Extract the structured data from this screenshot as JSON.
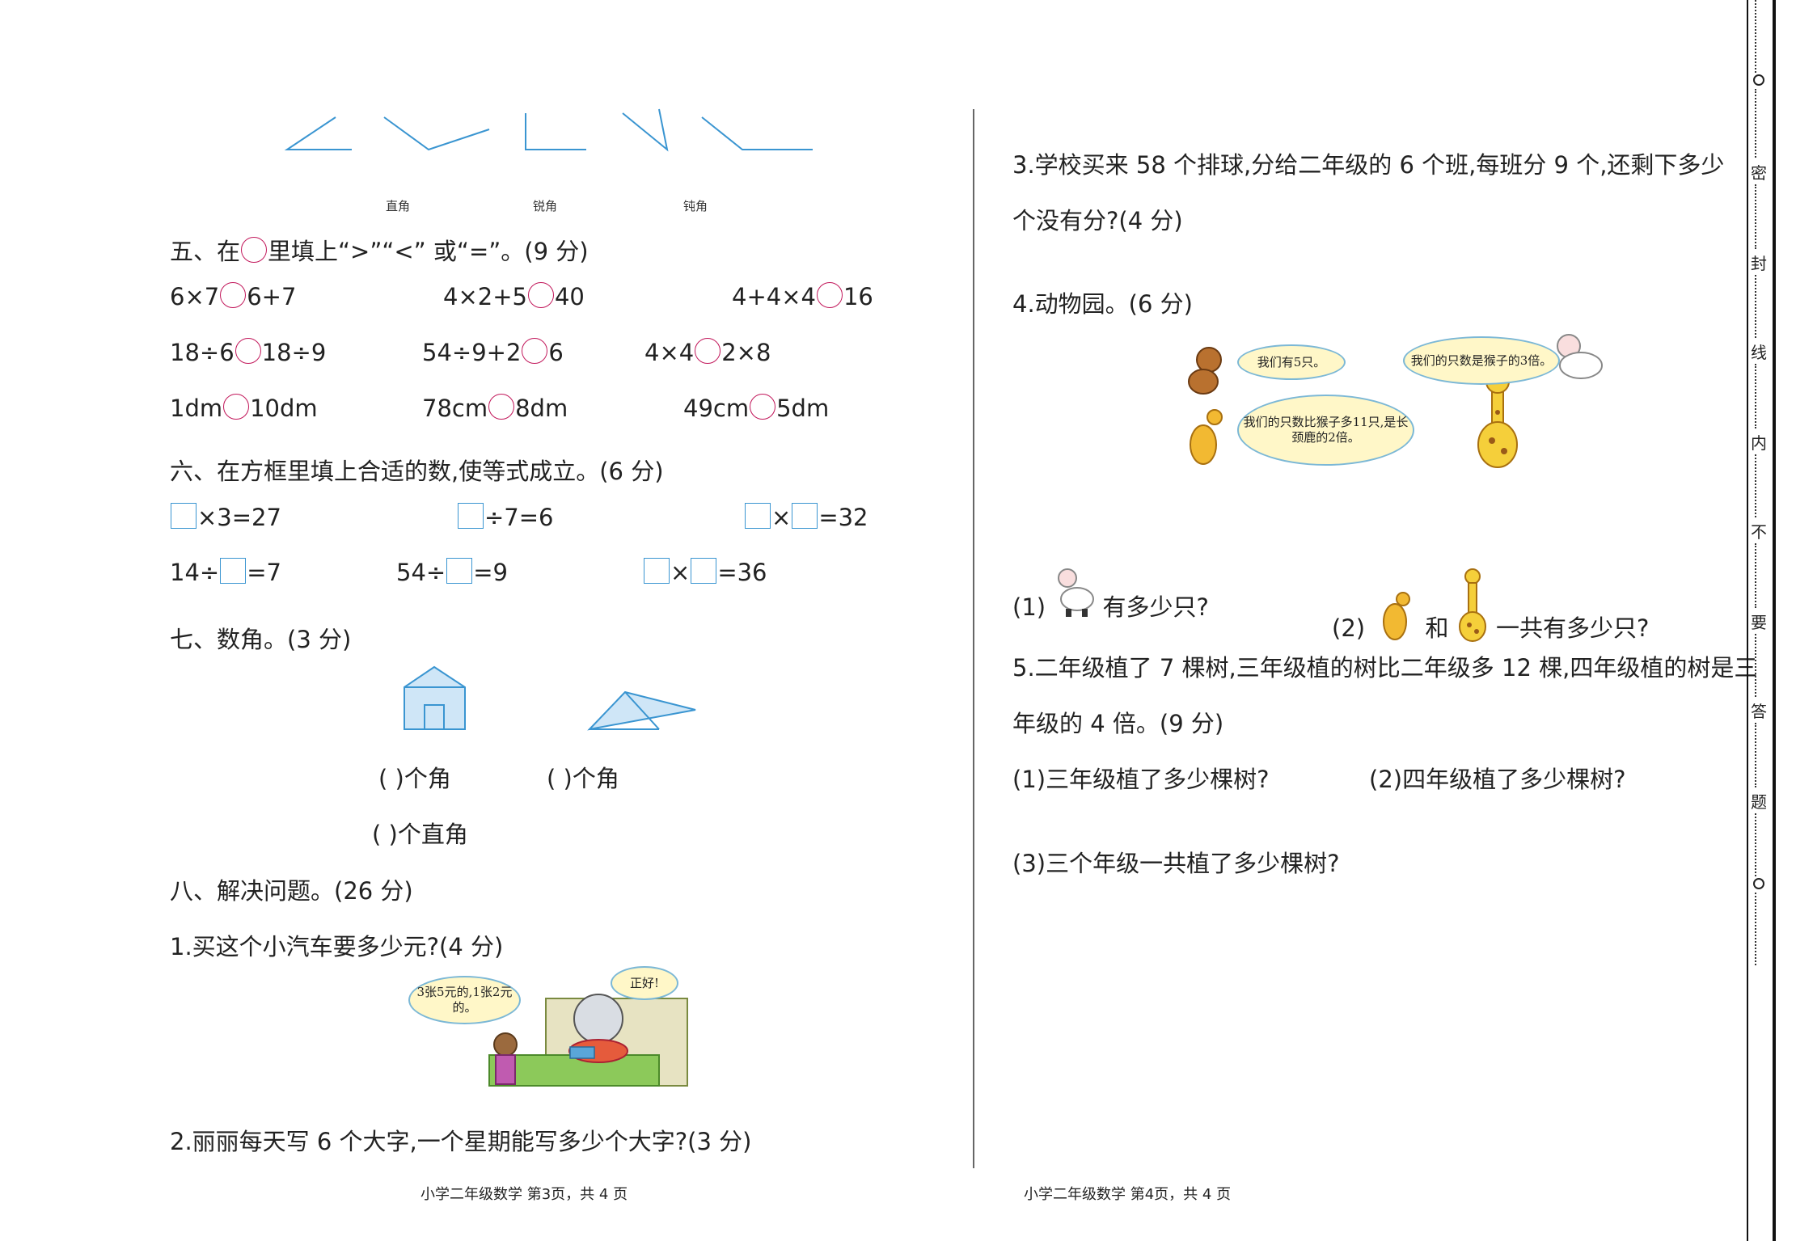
{
  "angle_labels": [
    "直角",
    "锐角",
    "钝角"
  ],
  "section5": {
    "title_pre": "五、在",
    "title_post": "里填上“>”“<” 或“=”。(9 分)",
    "items": [
      [
        "6×7",
        "6+7"
      ],
      [
        "4×2+5",
        "40"
      ],
      [
        "4+4×4",
        "16"
      ],
      [
        "18÷6",
        "18÷9"
      ],
      [
        "54÷9+2",
        "6"
      ],
      [
        "4×4",
        "2×8"
      ],
      [
        "1dm",
        "10dm"
      ],
      [
        "78cm",
        "8dm"
      ],
      [
        "49cm",
        "5dm"
      ]
    ]
  },
  "section6": {
    "title": "六、在方框里填上合适的数,使等式成立。(6 分)",
    "items": [
      "×3=27",
      "÷7=6",
      "×",
      "=32",
      "14÷",
      "=7",
      "54÷",
      "=9",
      "×",
      "=36"
    ]
  },
  "section7": {
    "title": "七、数角。(3 分)",
    "blank1": "(        )个角",
    "blank2": "(        )个角",
    "blank3": "(        )个直角"
  },
  "section8": {
    "title": "八、解决问题。(26 分)",
    "q1": "1.买这个小汽车要多少元?(4 分)",
    "q1_bubble1": "3张5元的,1张2元的。",
    "q1_bubble2": "正好!",
    "q2": "2.丽丽每天写 6 个大字,一个星期能写多少个大字?(3 分)",
    "q3_line1": "3.学校买来 58 个排球,分给二年级的 6 个班,每班分 9 个,还剩下多少",
    "q3_line2": "个没有分?(4 分)",
    "q4": "4.动物园。(6 分)",
    "q4_bubble_monkey": "我们有5只。",
    "q4_bubble_sheep": "我们的只数是猴子的3倍。",
    "q4_bubble_kangaroo": "我们的只数比猴子多11只,是长颈鹿的2倍。",
    "q4_sub1_pre": "(1)",
    "q4_sub1_post": "有多少只?",
    "q4_sub2_pre": "(2)",
    "q4_sub2_mid": "和",
    "q4_sub2_post": "一共有多少只?",
    "q5_line1": "5.二年级植了 7 棵树,三年级植的树比二年级多 12 棵,四年级植的树是三",
    "q5_line2": "年级的 4 倍。(9 分)",
    "q5_sub1": "(1)三年级植了多少棵树?",
    "q5_sub2": "(2)四年级植了多少棵树?",
    "q5_sub3": "(3)三个年级一共植了多少棵树?"
  },
  "footer": {
    "left": "小学二年级数学 第3页，共 4 页",
    "right": "小学二年级数学 第4页，共 4 页"
  },
  "seal_chars": [
    "密",
    "封",
    "线",
    "内",
    "不",
    "要",
    "答",
    "题"
  ],
  "colors": {
    "angle_line": "#3a95d1",
    "circle": "#c2185b",
    "box": "#3a95d1"
  }
}
